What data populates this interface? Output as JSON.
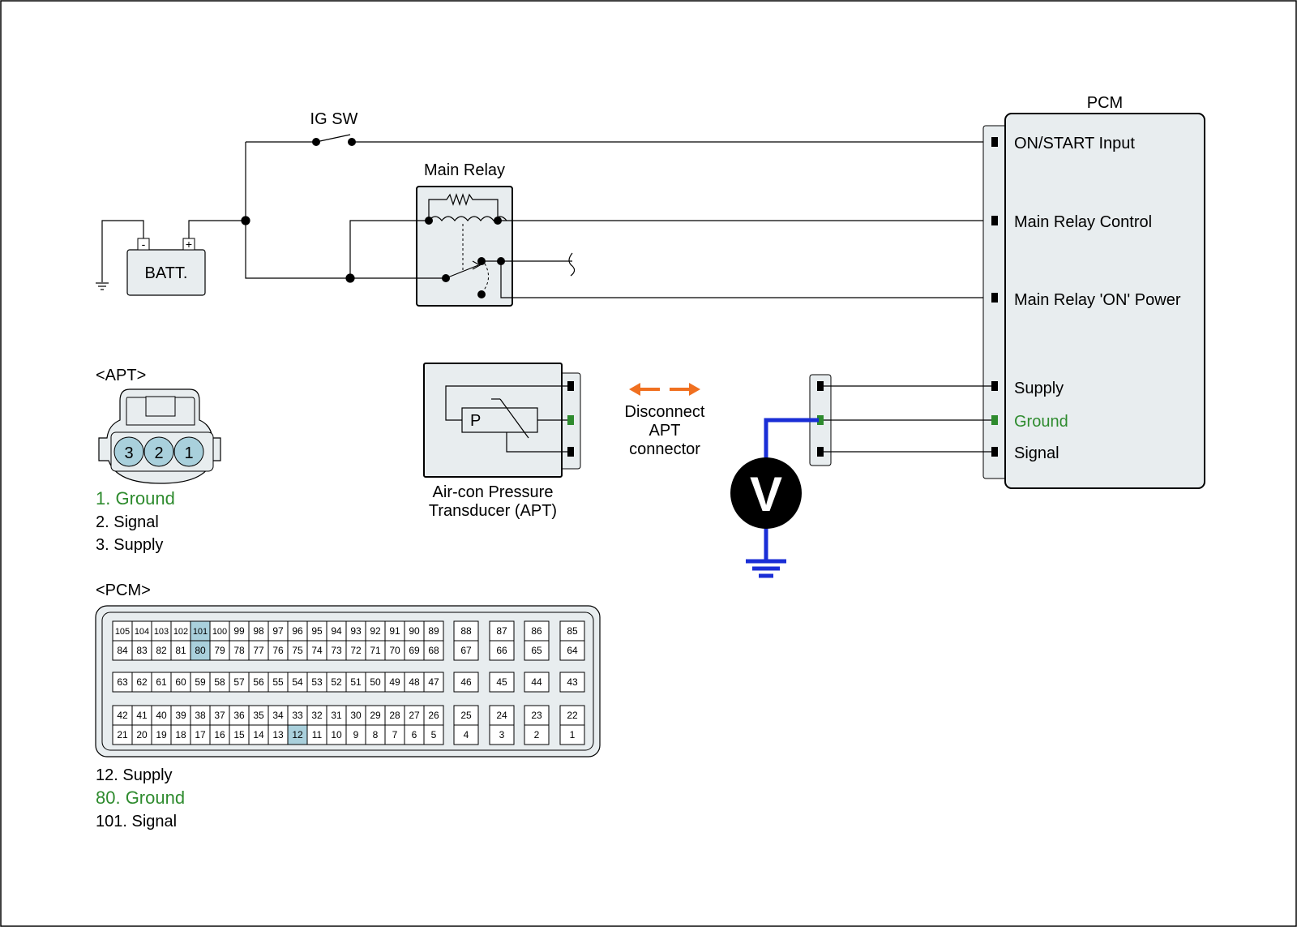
{
  "colors": {
    "wire": "#000000",
    "green": "#2e8b2e",
    "panel": "#e8edef",
    "pin_highlight": "#a9d0dc",
    "meter_wire": "#1a2ed6",
    "arrow": "#f07020"
  },
  "circuit": {
    "ig_sw": "IG SW",
    "main_relay": "Main Relay",
    "batt": "BATT.",
    "batt_minus": "-",
    "batt_plus": "+",
    "pcm_title": "PCM",
    "pcm_terminals": [
      "ON/START Input",
      "Main Relay Control",
      "Main Relay 'ON' Power",
      "Supply",
      "Ground",
      "Signal"
    ]
  },
  "apt": {
    "heading": "<APT>",
    "pin_numbers": [
      "3",
      "2",
      "1"
    ],
    "pin_list": [
      "1. Ground",
      "2. Signal",
      "3. Supply"
    ],
    "sensor_letter": "P",
    "sensor_caption": [
      "Air-con Pressure",
      "Transducer (APT)"
    ]
  },
  "instruction": [
    "Disconnect",
    "APT",
    "connector"
  ],
  "meter_symbol": "V",
  "pcm_connector": {
    "heading": "<PCM>",
    "rows": [
      {
        "main": [
          "105",
          "104",
          "103",
          "102",
          "101",
          "100",
          "99",
          "98",
          "97",
          "96",
          "95",
          "94",
          "93",
          "92",
          "91",
          "90",
          "89"
        ],
        "aux": [
          "88",
          "87",
          "86",
          "85"
        ]
      },
      {
        "main": [
          "84",
          "83",
          "82",
          "81",
          "80",
          "79",
          "78",
          "77",
          "76",
          "75",
          "74",
          "73",
          "72",
          "71",
          "70",
          "69",
          "68"
        ],
        "aux": [
          "67",
          "66",
          "65",
          "64"
        ]
      },
      {
        "main": [
          "63",
          "62",
          "61",
          "60",
          "59",
          "58",
          "57",
          "56",
          "55",
          "54",
          "53",
          "52",
          "51",
          "50",
          "49",
          "48",
          "47"
        ],
        "aux": [
          "46",
          "45",
          "44",
          "43"
        ]
      },
      {
        "main": [
          "42",
          "41",
          "40",
          "39",
          "38",
          "37",
          "36",
          "35",
          "34",
          "33",
          "32",
          "31",
          "30",
          "29",
          "28",
          "27",
          "26"
        ],
        "aux": [
          "25",
          "24",
          "23",
          "22"
        ]
      },
      {
        "main": [
          "21",
          "20",
          "19",
          "18",
          "17",
          "16",
          "15",
          "14",
          "13",
          "12",
          "11",
          "10",
          "9",
          "8",
          "7",
          "6",
          "5"
        ],
        "aux": [
          "4",
          "3",
          "2",
          "1"
        ]
      }
    ],
    "highlighted": [
      "101",
      "80",
      "12"
    ],
    "pin_list": [
      "12. Supply",
      "80. Ground",
      "101. Signal"
    ]
  }
}
